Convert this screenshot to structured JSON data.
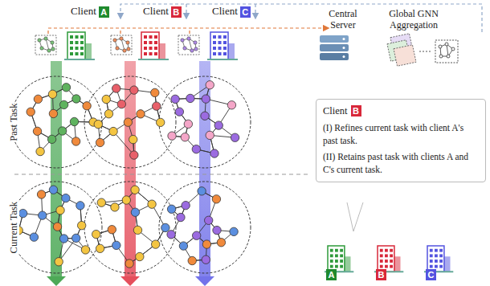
{
  "diagram": {
    "nodes": [
      {
        "text": [
          "A"
        ]
      },
      {
        "text": [
          "B"
        ]
      },
      {
        "text": [
          "C"
        ]
      },
      {
        "text": [
          "Client",
          "(I) Refines current task with client A's past task.",
          "(II) Retains past task with clients A and C's current task."
        ]
      },
      {
        "text": [
          "B"
        ],
        "in": 3
      },
      {
        "text": [
          "A"
        ]
      },
      {
        "text": [
          "B"
        ]
      },
      {
        "text": [
          "C"
        ]
      }
    ],
    "labels": [
      "Client",
      "Client",
      "Client",
      "Central Server",
      "Global GNN Aggregation",
      "Past Task",
      "Current Task"
    ]
  }
}
